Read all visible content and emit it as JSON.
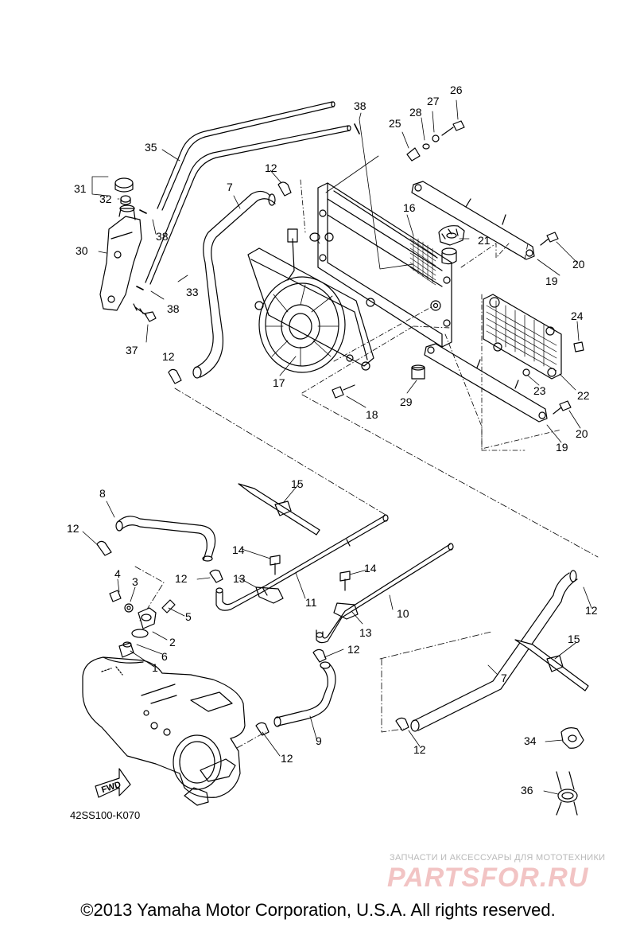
{
  "callouts": [
    {
      "id": "1",
      "label": "1"
    },
    {
      "id": "2",
      "label": "2"
    },
    {
      "id": "3",
      "label": "3"
    },
    {
      "id": "4",
      "label": "4"
    },
    {
      "id": "5",
      "label": "5"
    },
    {
      "id": "6",
      "label": "6"
    },
    {
      "id": "7a",
      "label": "7"
    },
    {
      "id": "7b",
      "label": "7"
    },
    {
      "id": "8",
      "label": "8"
    },
    {
      "id": "9",
      "label": "9"
    },
    {
      "id": "10",
      "label": "10"
    },
    {
      "id": "11",
      "label": "11"
    },
    {
      "id": "12a",
      "label": "12"
    },
    {
      "id": "12b",
      "label": "12"
    },
    {
      "id": "12c",
      "label": "12"
    },
    {
      "id": "12d",
      "label": "12"
    },
    {
      "id": "12e",
      "label": "12"
    },
    {
      "id": "12f",
      "label": "12"
    },
    {
      "id": "12g",
      "label": "12"
    },
    {
      "id": "12h",
      "label": "12"
    },
    {
      "id": "13a",
      "label": "13"
    },
    {
      "id": "13b",
      "label": "13"
    },
    {
      "id": "14a",
      "label": "14"
    },
    {
      "id": "14b",
      "label": "14"
    },
    {
      "id": "15a",
      "label": "15"
    },
    {
      "id": "15b",
      "label": "15"
    },
    {
      "id": "16",
      "label": "16"
    },
    {
      "id": "17",
      "label": "17"
    },
    {
      "id": "18",
      "label": "18"
    },
    {
      "id": "19a",
      "label": "19"
    },
    {
      "id": "19b",
      "label": "19"
    },
    {
      "id": "20a",
      "label": "20"
    },
    {
      "id": "20b",
      "label": "20"
    },
    {
      "id": "21",
      "label": "21"
    },
    {
      "id": "22",
      "label": "22"
    },
    {
      "id": "23",
      "label": "23"
    },
    {
      "id": "24",
      "label": "24"
    },
    {
      "id": "25",
      "label": "25"
    },
    {
      "id": "26",
      "label": "26"
    },
    {
      "id": "27",
      "label": "27"
    },
    {
      "id": "28",
      "label": "28"
    },
    {
      "id": "29",
      "label": "29"
    },
    {
      "id": "30",
      "label": "30"
    },
    {
      "id": "31",
      "label": "31"
    },
    {
      "id": "32",
      "label": "32"
    },
    {
      "id": "33",
      "label": "33"
    },
    {
      "id": "34",
      "label": "34"
    },
    {
      "id": "35",
      "label": "35"
    },
    {
      "id": "36",
      "label": "36"
    },
    {
      "id": "37",
      "label": "37"
    },
    {
      "id": "38a",
      "label": "38"
    },
    {
      "id": "38b",
      "label": "38"
    },
    {
      "id": "38c",
      "label": "38"
    }
  ],
  "diagram_code": "42SS100-K070",
  "fwd_label": "FWD",
  "watermark": {
    "tagline": "ЗАПЧАСТИ И АКСЕССУАРЫ ДЛЯ МОТОТЕХНИКИ",
    "logo": "PARTSFOR.RU"
  },
  "copyright": "©2013 Yamaha Motor Corporation, U.S.A. All rights reserved.",
  "colors": {
    "line": "#000000",
    "background": "#ffffff",
    "watermark_logo": "#f2c4c4",
    "watermark_text": "#b9b9b9"
  }
}
